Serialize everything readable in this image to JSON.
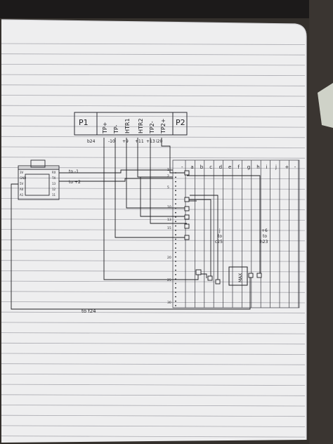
{
  "header": {
    "left": "P1",
    "right": "P2"
  },
  "pins": [
    "TP+",
    "TP-",
    "HTR1",
    "HTR2",
    "TP2-",
    "TP2+"
  ],
  "under_pins": [
    "b24",
    "-10",
    "+9",
    "+11",
    "+13",
    "i20"
  ],
  "board_notes": {
    "to_minus": "to -1",
    "to_plus": "to +2"
  },
  "breadboard": {
    "columns": [
      "-",
      "a",
      "b",
      "c",
      "d",
      "e",
      "f",
      "g",
      "h",
      "i",
      "j",
      "+",
      "-"
    ],
    "rows": [
      "1",
      "2",
      "5",
      "10",
      "13",
      "15",
      "20",
      "25",
      "30"
    ]
  },
  "notes": {
    "mid": [
      "j",
      "to",
      "c25"
    ],
    "right": [
      "+6",
      "to",
      "h23"
    ],
    "chip": "MAX"
  },
  "bottom": "to f24"
}
